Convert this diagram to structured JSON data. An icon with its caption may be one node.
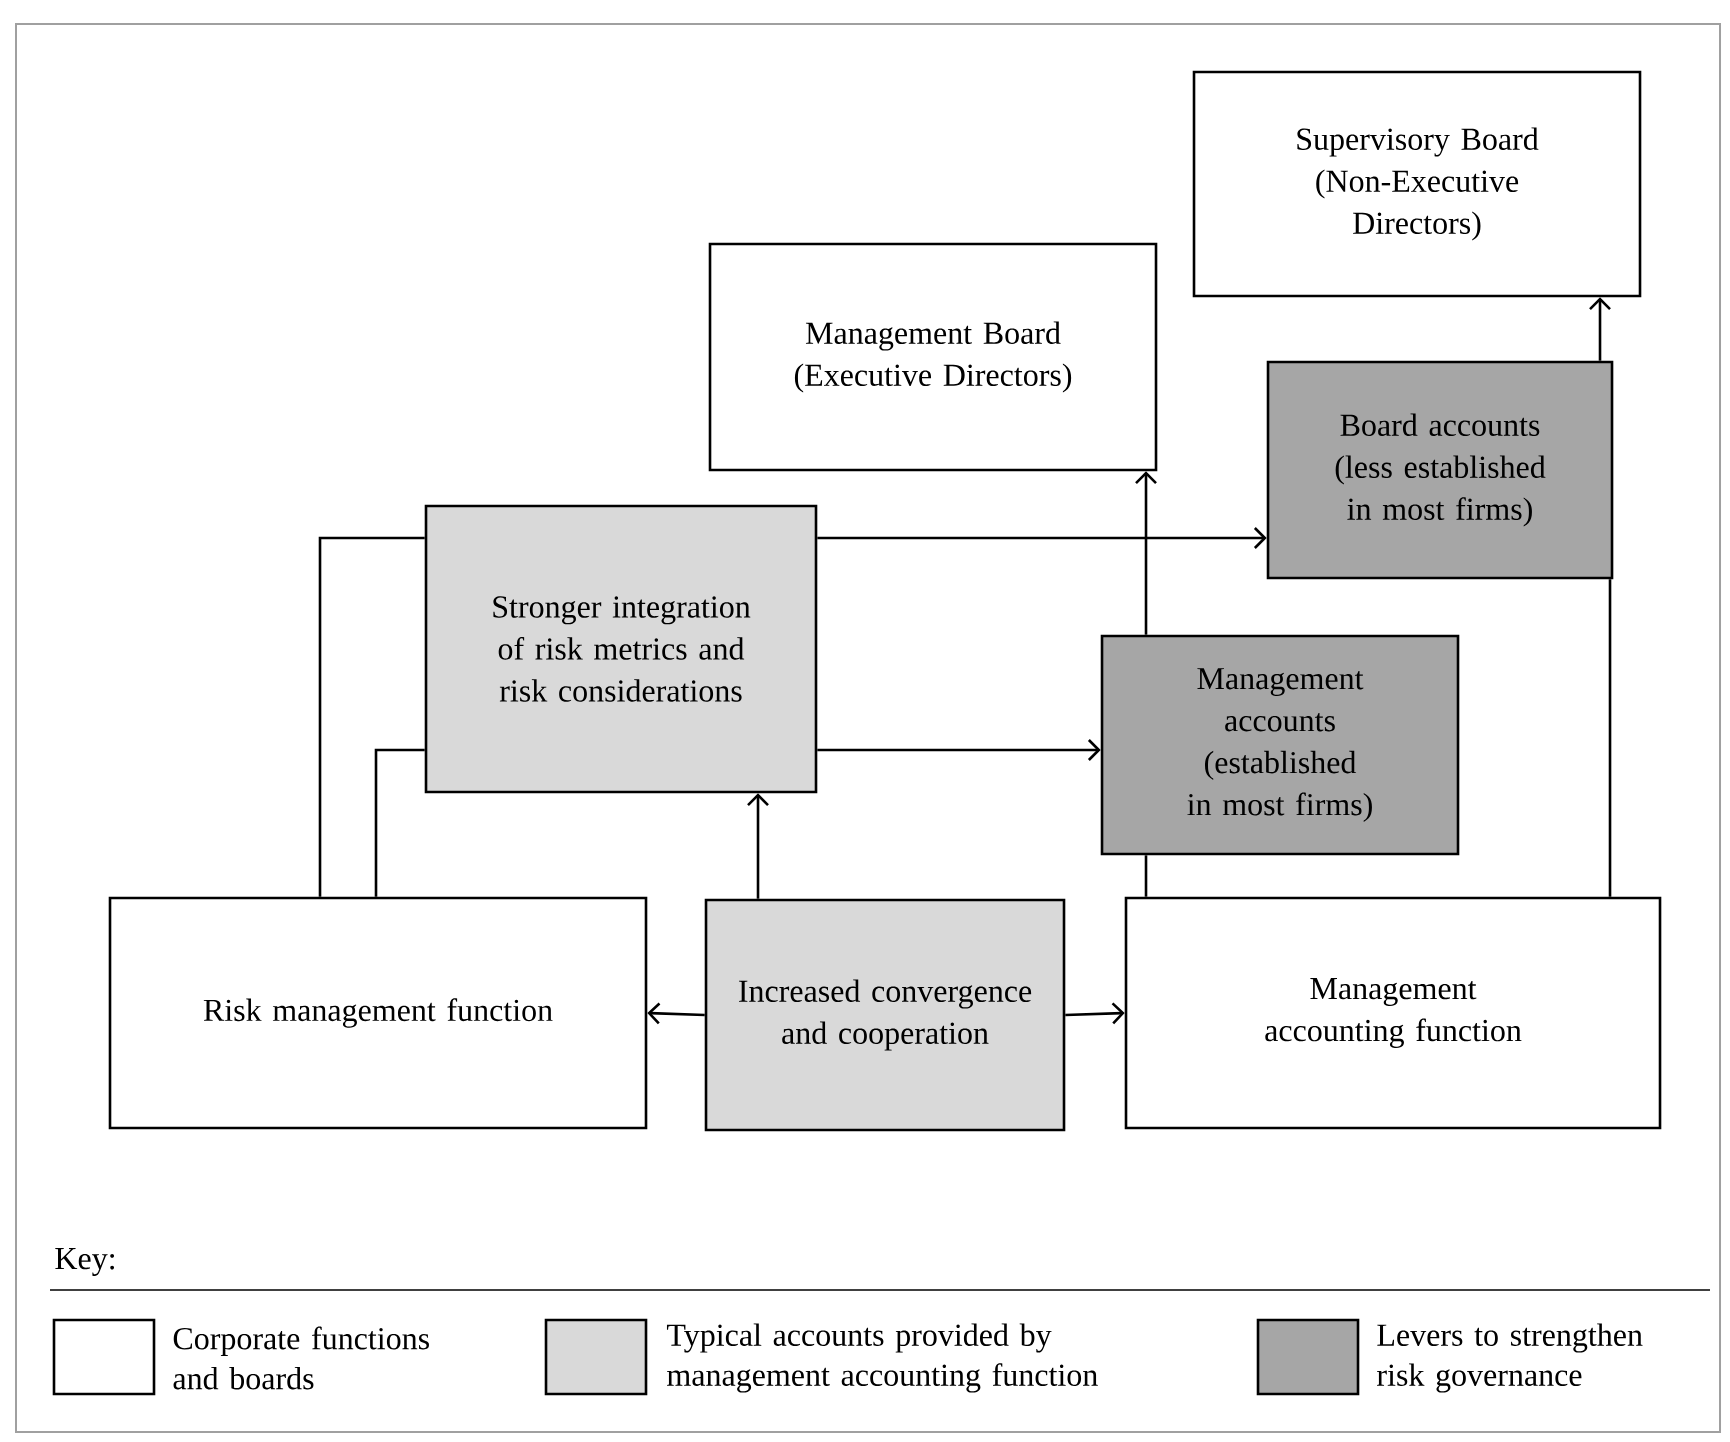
{
  "diagram": {
    "nodes": [
      {
        "text": [
          "Supervisory Board (Non-Executive Directors)"
        ]
      },
      {
        "text": [
          "Management Board (Executive Directors)"
        ]
      },
      {
        "text": [
          "Stronger integration of risk metrics and risk considerations"
        ]
      },
      {
        "text": [
          "Board accounts (less established in most firms)"
        ]
      },
      {
        "text": [
          "Management accounts (established in most firms)"
        ]
      },
      {
        "text": [
          "Risk management function"
        ]
      },
      {
        "text": [
          "Increased convergence and cooperation"
        ]
      },
      {
        "text": [
          "Management accounting function"
        ]
      }
    ],
    "edges": [
      {
        "from": 6,
        "to": 5,
        "arrow": "to"
      },
      {
        "from": 6,
        "to": 7,
        "arrow": "to"
      },
      {
        "from": 6,
        "to": 2,
        "arrow": "to"
      },
      {
        "from": 5,
        "to": 2,
        "arrow": "none"
      },
      {
        "from": 5,
        "to": 2,
        "arrow": "none"
      },
      {
        "from": 2,
        "to": 3,
        "arrow": "to"
      },
      {
        "from": 2,
        "to": 4,
        "arrow": "to"
      },
      {
        "from": 7,
        "to": 4,
        "arrow": "none"
      },
      {
        "from": 4,
        "to": 1,
        "arrow": "to"
      },
      {
        "from": 7,
        "to": 3,
        "arrow": "none"
      },
      {
        "from": 3,
        "to": 0,
        "arrow": "to"
      }
    ],
    "labels": [
      "Key:"
    ],
    "legend": [
      {
        "text": "Corporate functions and boards"
      },
      {
        "text": "Typical accounts provided by management accounting function",
        "color": "#d9d9d9"
      },
      {
        "text": "Levers to strengthen risk governance",
        "color": "#a6a6a6"
      }
    ]
  }
}
